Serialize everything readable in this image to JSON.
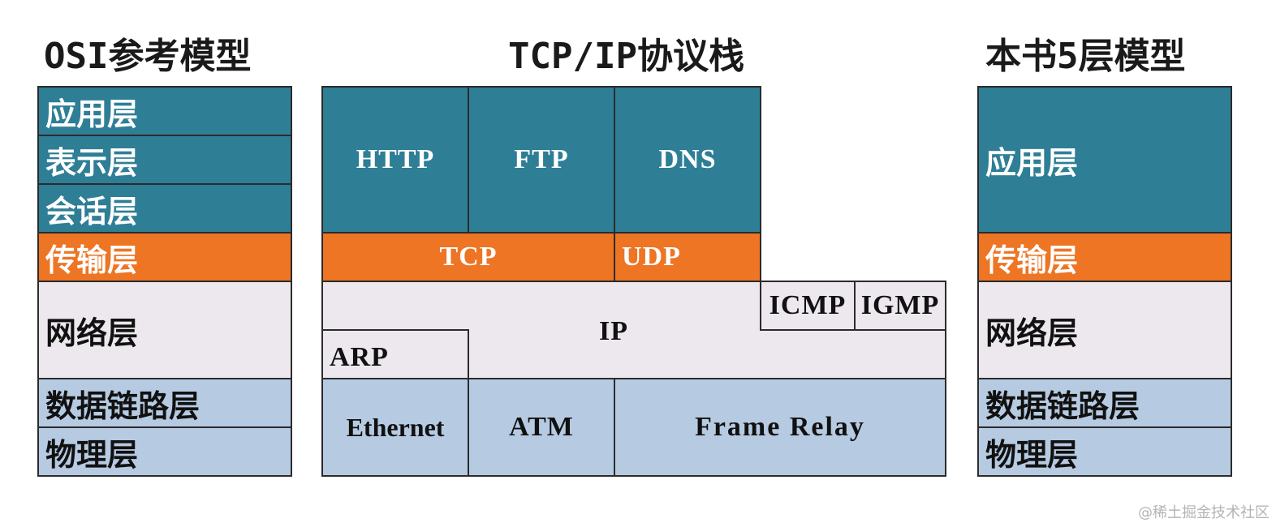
{
  "titles": {
    "osi": "OSI参考模型",
    "tcpip": "TCP/IP协议栈",
    "five_layer": "本书5层模型"
  },
  "osi_layers": [
    "应用层",
    "表示层",
    "会话层",
    "传输层",
    "网络层",
    "数据链路层",
    "物理层"
  ],
  "tcpip_stack": {
    "application": [
      "HTTP",
      "FTP",
      "DNS"
    ],
    "transport": [
      "TCP",
      "UDP"
    ],
    "network": {
      "main": "IP",
      "icmp": "ICMP",
      "igmp": "IGMP",
      "arp": "ARP"
    },
    "link": [
      "Ethernet",
      "ATM",
      "Frame Relay"
    ]
  },
  "five_layer": [
    "应用层",
    "传输层",
    "网络层",
    "数据链路层",
    "物理层"
  ],
  "colors": {
    "application": "#2e7e96",
    "transport": "#ed7524",
    "network": "#ece8ee",
    "link": "#b6cbe2",
    "border": "#2b2b2b"
  },
  "watermark": "@稀土掘金技术社区"
}
